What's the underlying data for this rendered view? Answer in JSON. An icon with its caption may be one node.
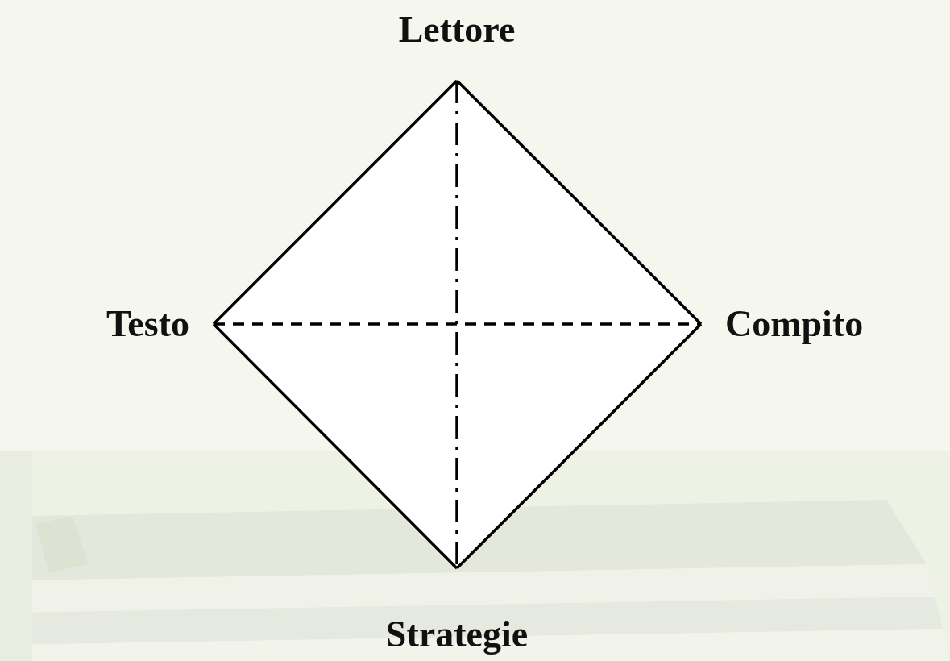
{
  "diagram": {
    "nodes": [
      {
        "text": [
          "Lettore"
        ]
      },
      {
        "text": [
          "Testo"
        ]
      },
      {
        "text": [
          "Compito"
        ]
      },
      {
        "text": [
          "Strategie"
        ]
      }
    ],
    "edges": [
      {
        "from": 0,
        "to": 2,
        "arrow": "none"
      },
      {
        "from": 2,
        "to": 3,
        "arrow": "none"
      },
      {
        "from": 3,
        "to": 1,
        "arrow": "none"
      },
      {
        "from": 1,
        "to": 0,
        "arrow": "none"
      },
      {
        "from": 1,
        "to": 2,
        "arrow": "none",
        "style": "dashed"
      },
      {
        "from": 0,
        "to": 3,
        "arrow": "none",
        "style": "dashed"
      }
    ]
  }
}
